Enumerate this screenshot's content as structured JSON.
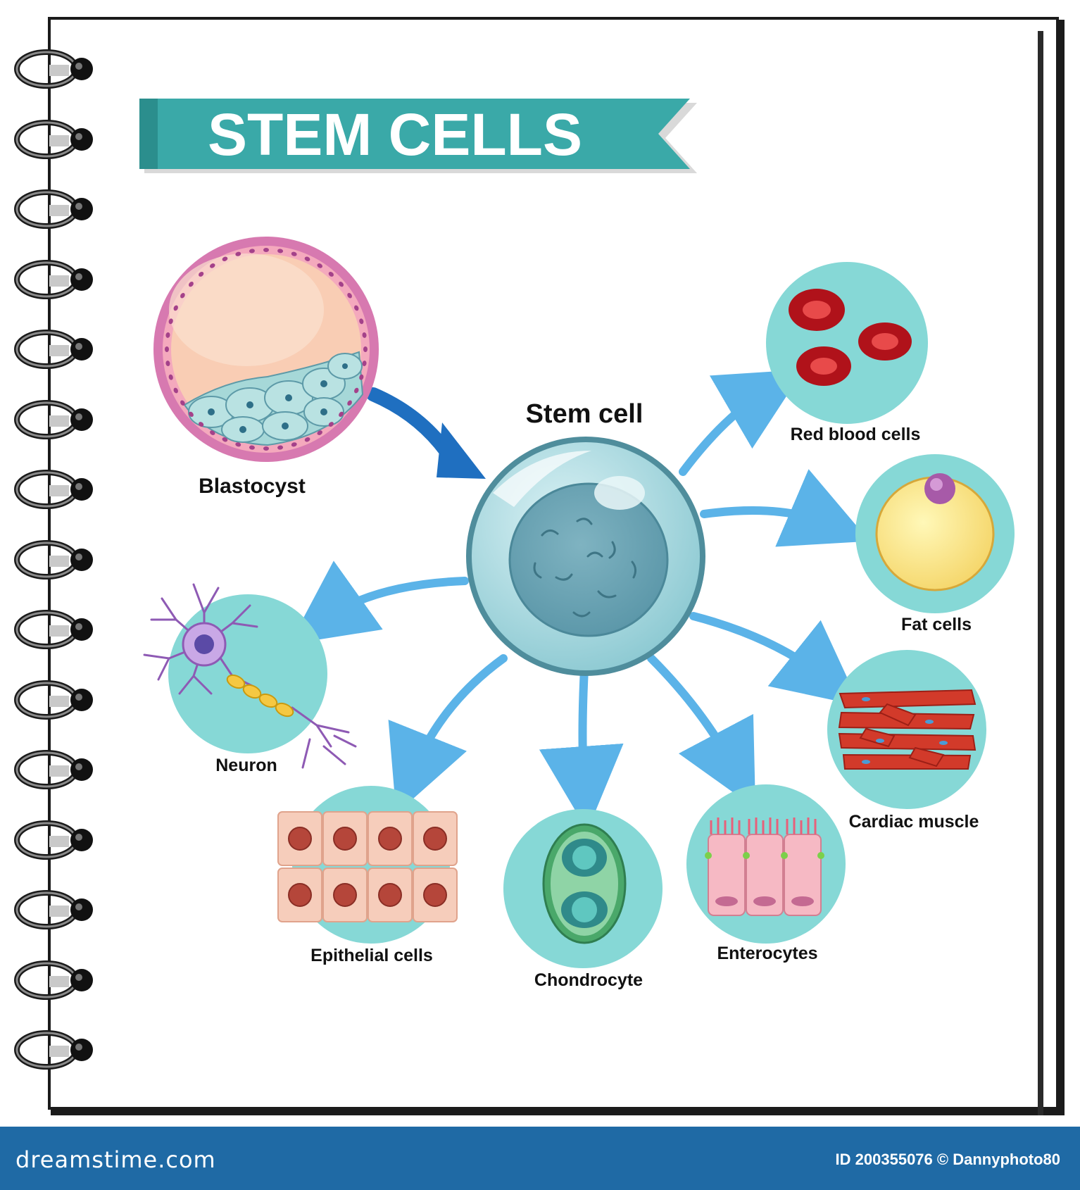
{
  "title": "STEM CELLS",
  "center": {
    "label": "Stem cell"
  },
  "source": {
    "label": "Blastocyst"
  },
  "cells": [
    {
      "id": "red-blood",
      "label": "Red blood cells"
    },
    {
      "id": "fat",
      "label": "Fat cells"
    },
    {
      "id": "cardiac",
      "label": "Cardiac muscle"
    },
    {
      "id": "enterocytes",
      "label": "Enterocytes"
    },
    {
      "id": "chondrocyte",
      "label": "Chondrocyte"
    },
    {
      "id": "epithelial",
      "label": "Epithelial cells"
    },
    {
      "id": "neuron",
      "label": "Neuron"
    }
  ],
  "footer": {
    "brand": "dreamstime.com",
    "credit": "ID 200355076 © Dannyphoto80"
  },
  "colors": {
    "banner": "#3aa9a8",
    "circle": "#86d8d6",
    "arrow": "#5bb3e8",
    "arrow_dark": "#1f6fc0",
    "footer": "#1f6aa5"
  }
}
